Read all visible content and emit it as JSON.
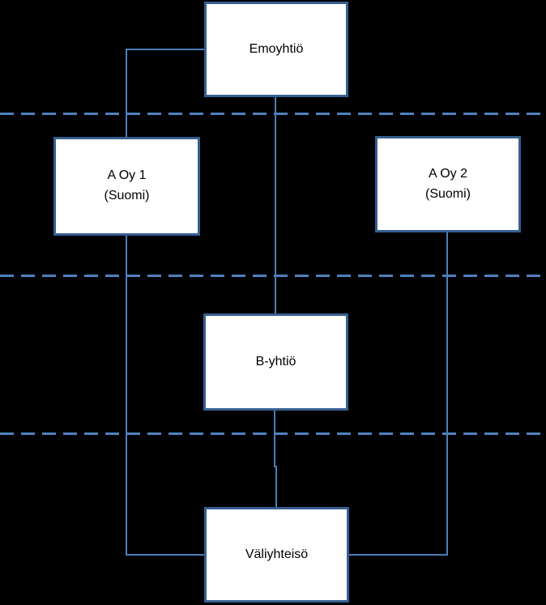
{
  "diagram": {
    "type": "corporate-structure-flowchart",
    "colors": {
      "background": "#000000",
      "node-fill": "#ffffff",
      "node-border": "#365f91",
      "line-color": "#4a7ebb",
      "dash-color": "#4f81bd",
      "text-color": "#000000"
    },
    "nodes": [
      {
        "id": "emoyhtio",
        "label": "Emoyhtiö"
      },
      {
        "id": "a-oy-1",
        "label": "A Oy 1",
        "sublabel": "(Suomi)"
      },
      {
        "id": "a-oy-2",
        "label": "A Oy 2",
        "sublabel": "(Suomi)"
      },
      {
        "id": "b-yhtio",
        "label": "B-yhtiö"
      },
      {
        "id": "valiyhteiso",
        "label": "Väliyhteisö"
      }
    ],
    "edges": [
      {
        "from": "emoyhtio",
        "to": "a-oy-1"
      },
      {
        "from": "emoyhtio",
        "to": "b-yhtio"
      },
      {
        "from": "a-oy-1",
        "to": "valiyhteiso"
      },
      {
        "from": "a-oy-2",
        "to": "valiyhteiso"
      },
      {
        "from": "b-yhtio",
        "to": "valiyhteiso"
      }
    ],
    "dividers": [
      {
        "style": "dashed",
        "position": "between Emoyhtiö and A Oy levels"
      },
      {
        "style": "dashed",
        "position": "between A Oy level and B-yhtiö"
      },
      {
        "style": "dashed",
        "position": "between B-yhtiö and Väliyhteisö"
      }
    ]
  }
}
